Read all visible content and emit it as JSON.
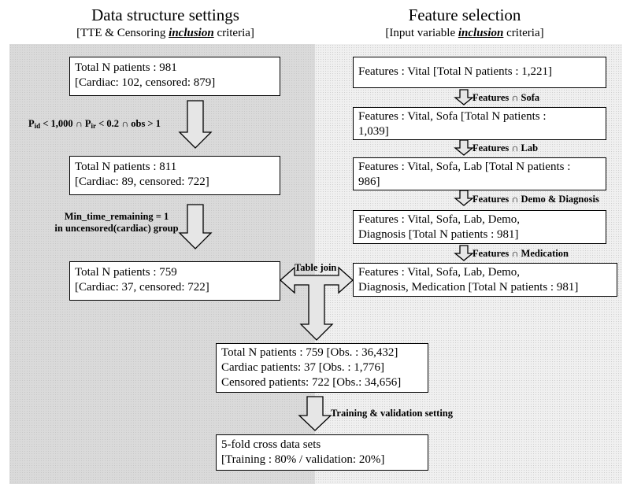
{
  "left": {
    "title": "Data structure settings",
    "subtitle": {
      "pre": "[TTE & Censoring ",
      "emph": "inclusion",
      "post": " criteria]"
    },
    "box1": [
      "Total N patients : 981",
      "[Cardiac: 102, censored: 879]"
    ],
    "step1": {
      "p1": "P",
      "sub1": "id",
      "mid": " < 1,000 ∩ P",
      "sub2": "ir",
      "post": " < 0.2 ∩ obs > 1"
    },
    "box2": [
      "Total N patients : 811",
      "[Cardiac: 89, censored: 722]"
    ],
    "step2": [
      "Min_time_remaining = 1",
      "in uncensored(cardiac) group"
    ],
    "box3": [
      "Total N patients : 759",
      "[Cardiac: 37, censored: 722]"
    ]
  },
  "right": {
    "title": "Feature selection",
    "subtitle": {
      "pre": "[Input variable ",
      "emph": "inclusion",
      "post": " criteria]"
    },
    "box1": [
      "Features : Vital [Total N patients : 1,221]"
    ],
    "step1": "Features ∩ Sofa",
    "box2": [
      "Features : Vital, Sofa [Total N patients :",
      "1,039]"
    ],
    "step2": "Features ∩ Lab",
    "box3": [
      "Features : Vital, Sofa, Lab [Total N patients :",
      "986]"
    ],
    "step3": "Features ∩ Demo & Diagnosis",
    "box4": [
      "Features : Vital, Sofa, Lab, Demo,",
      "Diagnosis [Total N patients : 981]"
    ],
    "step4": "Features ∩ Medication",
    "box5": [
      "Features : Vital, Sofa, Lab, Demo,",
      "Diagnosis, Medication [Total N patients : 981]"
    ]
  },
  "join": {
    "label": "Table join"
  },
  "bottom": {
    "box1": [
      "Total N patients : 759 [Obs. : 36,432]",
      "Cardiac patients: 37 [Obs. : 1,776]",
      "Censored patients: 722 [Obs.: 34,656]"
    ],
    "step": "Training & validation setting",
    "box2": [
      "5-fold cross data sets",
      "[Training : 80% / validation: 20%]"
    ]
  },
  "colors": {
    "left_panel": "#dadada",
    "right_panel": "#f0f0f0",
    "box_border": "#000000",
    "arrow_fill": "#e6e6e6"
  }
}
